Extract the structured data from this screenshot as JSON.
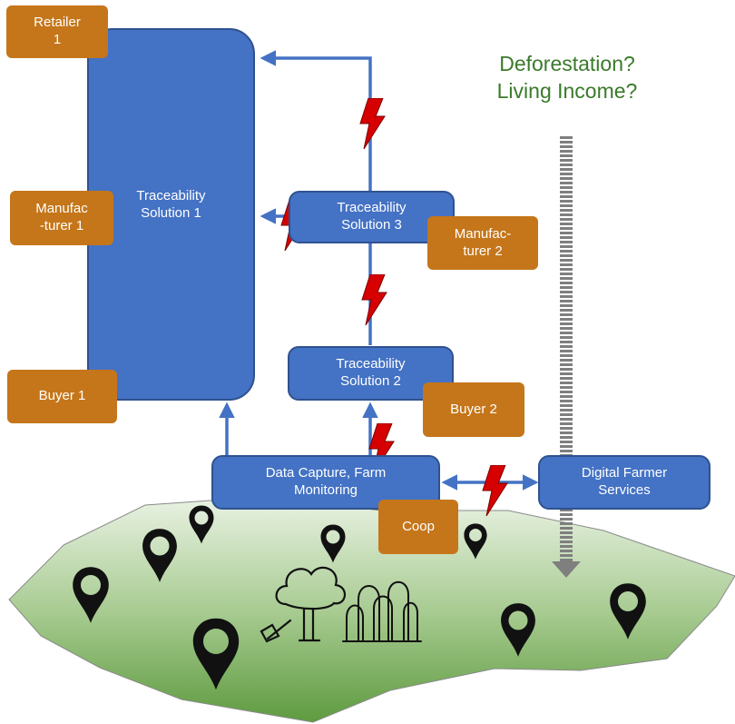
{
  "colors": {
    "solution_blue": "#4472c4",
    "actor_orange": "#c5761a",
    "arrow_blue": "#4472c4",
    "bolt_red": "#d60000",
    "land_green": "#5e9b3f",
    "question_green": "#3a7a2a"
  },
  "question": {
    "line1": "Deforestation?",
    "line2": "Living Income?"
  },
  "solutions": {
    "ts1": "Traceability\nSolution 1",
    "ts2": "Traceability\nSolution 2",
    "ts3": "Traceability\nSolution 3",
    "data_capture": "Data Capture, Farm\nMonitoring",
    "farmer_services": "Digital Farmer\nServices"
  },
  "actors": {
    "retailer1": "Retailer\n1",
    "manufacturer1": "Manufac\n-turer 1",
    "buyer1": "Buyer 1",
    "manufacturer2": "Manufac-\nturer 2",
    "buyer2": "Buyer 2",
    "coop": "Coop"
  },
  "icons": [
    "location-pin-icon",
    "tree-cutting-icon",
    "forest-icon",
    "lightning-bolt-icon",
    "arrow-icon"
  ]
}
